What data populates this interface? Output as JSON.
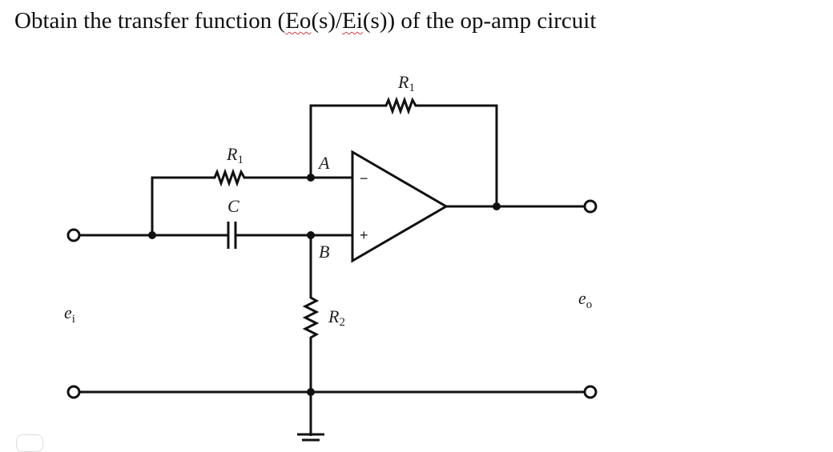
{
  "question": {
    "prefix": "Obtain the transfer function (",
    "eo": "Eo",
    "mid1": "(s)/",
    "ei": "Ei",
    "suffix": "(s)) of the op-amp circuit"
  },
  "circuit": {
    "feedback_resistor": {
      "name": "R",
      "sub": "1"
    },
    "input_resistor": {
      "name": "R",
      "sub": "1"
    },
    "input_capacitor": {
      "name": "C"
    },
    "ground_resistor": {
      "name": "R",
      "sub": "2"
    },
    "node_a": "A",
    "node_b": "B",
    "opamp_inverting": "−",
    "opamp_noninverting": "+",
    "input_voltage": {
      "name": "e",
      "sub": "i"
    },
    "output_voltage": {
      "name": "e",
      "sub": "o"
    }
  }
}
